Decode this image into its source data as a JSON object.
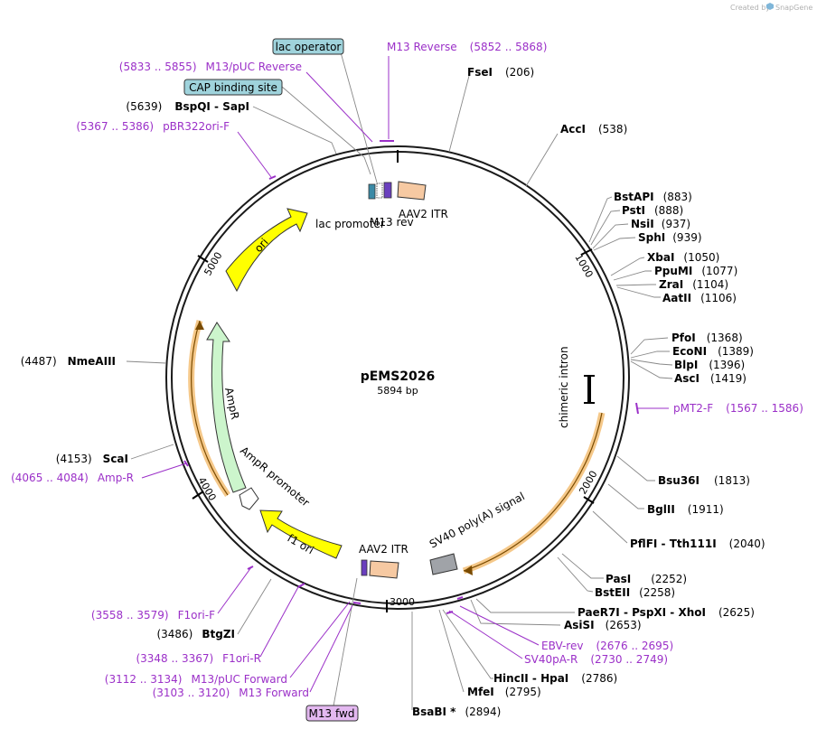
{
  "credit": {
    "prefix": "Created by",
    "brand": "SnapGene"
  },
  "map": {
    "name": "pEMS2026",
    "length_label": "5894 bp",
    "length": 5894
  },
  "ruler": [
    "1000",
    "2000",
    "3000",
    "4000",
    "5000"
  ],
  "features": [
    {
      "id": "ori",
      "label": "ori",
      "start": 5000,
      "end": 5580,
      "color": "#ffff00",
      "direction": "cw"
    },
    {
      "id": "ampr",
      "label": "AmpR",
      "start": 3980,
      "end": 4750,
      "color": "#ccf5cc",
      "direction": "ccw"
    },
    {
      "id": "ampr-promoter",
      "label": "AmpR promoter",
      "start": 3880,
      "end": 3980,
      "color": "#ffffff",
      "direction": "ccw"
    },
    {
      "id": "f1-ori",
      "label": "f1 ori",
      "start": 3310,
      "end": 3760,
      "color": "#ffff00",
      "direction": "ccw"
    },
    {
      "id": "lac-promoter",
      "label": "lac promoter",
      "start": 5730,
      "end": 5760,
      "color": "#3b8aa6"
    },
    {
      "id": "m13-rev",
      "label": "M13 rev",
      "start": 5840,
      "end": 5860,
      "color": "#6a3fbe"
    },
    {
      "id": "aav2-itr-top",
      "label": "AAV2 ITR",
      "start": 40,
      "end": 180,
      "color": "#f6c9a2"
    },
    {
      "id": "aav2-itr-bottom",
      "label": "AAV2 ITR",
      "start": 3140,
      "end": 3280,
      "color": "#f6c9a2"
    },
    {
      "id": "sv40",
      "label": "SV40 poly(A) signal",
      "start": 2640,
      "end": 2780,
      "color": "#a0a3a8"
    },
    {
      "id": "chimeric-intron",
      "label": "chimeric intron",
      "start": 1380,
      "end": 1510,
      "color": "#000000"
    }
  ],
  "enzymes": [
    {
      "name": "FseI",
      "pos": "(206)",
      "side": "right"
    },
    {
      "name": "AccI",
      "pos": "(538)",
      "side": "right"
    },
    {
      "name": "BstAPI",
      "pos": "(883)",
      "side": "right"
    },
    {
      "name": "PstI",
      "pos": "(888)",
      "side": "right"
    },
    {
      "name": "NsiI",
      "pos": "(937)",
      "side": "right"
    },
    {
      "name": "SphI",
      "pos": "(939)",
      "side": "right"
    },
    {
      "name": "XbaI",
      "pos": "(1050)",
      "side": "right"
    },
    {
      "name": "PpuMI",
      "pos": "(1077)",
      "side": "right"
    },
    {
      "name": "ZraI",
      "pos": "(1104)",
      "side": "right"
    },
    {
      "name": "AatII",
      "pos": "(1106)",
      "side": "right"
    },
    {
      "name": "PfoI",
      "pos": "(1368)",
      "side": "right"
    },
    {
      "name": "EcoNI",
      "pos": "(1389)",
      "side": "right"
    },
    {
      "name": "BlpI",
      "pos": "(1396)",
      "side": "right"
    },
    {
      "name": "AscI",
      "pos": "(1419)",
      "side": "right"
    },
    {
      "name": "Bsu36I",
      "pos": "(1813)",
      "side": "right"
    },
    {
      "name": "BglII",
      "pos": "(1911)",
      "side": "right"
    },
    {
      "name": "PflFI - Tth111I",
      "pos": "(2040)",
      "side": "right"
    },
    {
      "name": "PasI",
      "pos": "(2252)",
      "side": "right"
    },
    {
      "name": "BstEII",
      "pos": "(2258)",
      "side": "right"
    },
    {
      "name": "PaeR7I - PspXI - XhoI",
      "pos": "(2625)",
      "side": "right"
    },
    {
      "name": "AsiSI",
      "pos": "(2653)",
      "side": "right"
    },
    {
      "name": "HincII - HpaI",
      "pos": "(2786)",
      "side": "right"
    },
    {
      "name": "MfeI",
      "pos": "(2795)",
      "side": "right"
    },
    {
      "name": "BsaBI *",
      "pos": "(2894)",
      "side": "right"
    },
    {
      "name": "BtgZI",
      "pos": "(3486)",
      "side": "left"
    },
    {
      "name": "ScaI",
      "pos": "(4153)",
      "side": "left"
    },
    {
      "name": "NmeAIII",
      "pos": "(4487)",
      "side": "left"
    },
    {
      "name": "BspQI - SapI",
      "pos": "(5639)",
      "side": "left"
    }
  ],
  "primers": [
    {
      "name": "M13 Reverse",
      "range": "(5852 .. 5868)",
      "side": "right"
    },
    {
      "name": "pMT2-F",
      "range": "(1567 .. 1586)",
      "side": "right"
    },
    {
      "name": "EBV-rev",
      "range": "(2676 .. 2695)",
      "side": "right"
    },
    {
      "name": "SV40pA-R",
      "range": "(2730 .. 2749)",
      "side": "right"
    },
    {
      "name": "M13/pUC Reverse",
      "range": "(5833 .. 5855)",
      "side": "left"
    },
    {
      "name": "pBR322ori-F",
      "range": "(5367 .. 5386)",
      "side": "left"
    },
    {
      "name": "Amp-R",
      "range": "(4065 .. 4084)",
      "side": "left"
    },
    {
      "name": "F1ori-F",
      "range": "(3558 .. 3579)",
      "side": "left"
    },
    {
      "name": "F1ori-R",
      "range": "(3348 .. 3367)",
      "side": "left"
    },
    {
      "name": "M13/pUC Forward",
      "range": "(3112 .. 3134)",
      "side": "left"
    },
    {
      "name": "M13 Forward",
      "range": "(3103 .. 3120)",
      "side": "left"
    }
  ],
  "callouts": [
    {
      "label": "lac operator",
      "color": "#9fd3dc"
    },
    {
      "label": "CAP binding site",
      "color": "#9fd3dc"
    },
    {
      "label": "M13 fwd",
      "color": "#e3b8f0"
    }
  ],
  "colors": {
    "primer": "#9b30c8",
    "highlight": "#f5c889",
    "backbone": "#1a1a1a"
  }
}
